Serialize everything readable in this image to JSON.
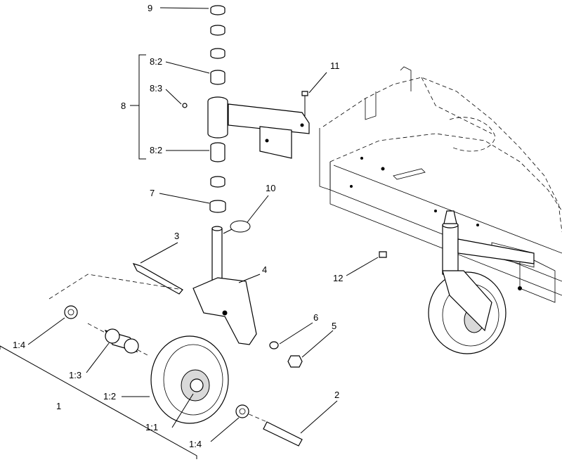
{
  "callouts": {
    "c1": "1",
    "c1_1": "1:1",
    "c1_2": "1:2",
    "c1_3": "1:3",
    "c1_4a": "1:4",
    "c1_4b": "1:4",
    "c2": "2",
    "c3": "3",
    "c4": "4",
    "c5": "5",
    "c6": "6",
    "c7": "7",
    "c8": "8",
    "c8_2a": "8:2",
    "c8_3": "8:3",
    "c8_2b": "8:2",
    "c9": "9",
    "c10": "10",
    "c11": "11",
    "c12": "12"
  }
}
